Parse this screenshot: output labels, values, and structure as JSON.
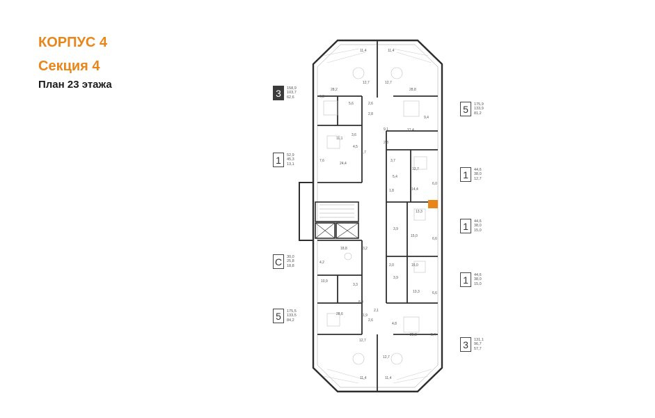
{
  "colors": {
    "accent": "#e8861a",
    "wall": "#2e2e2e",
    "furniture": "#bfbfbf"
  },
  "header": {
    "building": "КОРПУС 4",
    "section": "Секция 4",
    "floor_plan": "План 23 этажа"
  },
  "units": [
    {
      "rooms": "3",
      "areas": [
        "158,9",
        "103,7",
        "62,6"
      ],
      "dark": true
    },
    {
      "rooms": "1",
      "areas": [
        "52,9",
        "45,3",
        "13,1"
      ],
      "dark": false
    },
    {
      "rooms": "С",
      "areas": [
        "30,0",
        "25,8",
        "18,8"
      ],
      "dark": false
    },
    {
      "rooms": "5",
      "areas": [
        "175,5",
        "133,5",
        "84,2"
      ],
      "dark": false
    },
    {
      "rooms": "5",
      "areas": [
        "175,9",
        "133,9",
        "81,2"
      ],
      "dark": false
    },
    {
      "rooms": "1",
      "areas": [
        "44,6",
        "38,0",
        "12,7"
      ],
      "dark": false
    },
    {
      "rooms": "1",
      "areas": [
        "44,6",
        "38,0",
        "15,0"
      ],
      "dark": false
    },
    {
      "rooms": "1",
      "areas": [
        "44,6",
        "38,0",
        "15,0"
      ],
      "dark": false
    },
    {
      "rooms": "3",
      "areas": [
        "131,1",
        "96,7",
        "57,7"
      ],
      "dark": false
    }
  ],
  "room_labels": [
    "11,4",
    "11,4",
    "28,2",
    "12,7",
    "12,7",
    "28,8",
    "5,6",
    "2,6",
    "2,8",
    "9,4",
    "6,8",
    "11,1",
    "3,6",
    "4,5",
    "9,1",
    "12,4",
    "2,8",
    "7,6",
    "24,4",
    "1,7",
    "3,7",
    "12,7",
    "5,4",
    "1,8",
    "14,4",
    "6,0",
    "13,3",
    "3,9",
    "15,0",
    "6,6",
    "18,8",
    "3,2",
    "4,2",
    "2,0",
    "15,0",
    "10,9",
    "3,3",
    "3,9",
    "13,3",
    "6,6",
    "8,0",
    "28,6",
    "2,1",
    "1,9",
    "2,6",
    "4,8",
    "25,8",
    "5,4",
    "12,7",
    "12,7",
    "11,4",
    "11,4"
  ]
}
